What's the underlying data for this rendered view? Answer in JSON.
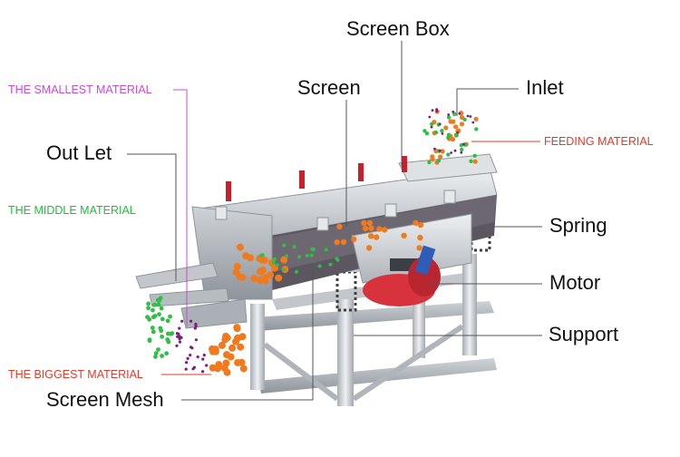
{
  "labels": {
    "screen_box": "Screen Box",
    "screen": "Screen",
    "inlet": "Inlet",
    "outlet": "Out Let",
    "spring": "Spring",
    "motor": "Motor",
    "support": "Support",
    "screen_mesh": "Screen Mesh"
  },
  "material_labels": {
    "smallest": "THE SMALLEST MATERIAL",
    "middle": "THE MIDDLE MATERIAL",
    "biggest": "THE BIGGEST MATERIAL",
    "feeding": "FEEDING MATERIAL"
  },
  "colors": {
    "smallest": "#c84bd6",
    "middle": "#1fbf3a",
    "biggest": "#e23b2c",
    "feeding": "#e23b2c",
    "particle_orange": "#f07a1e",
    "particle_purple": "#7a1f7a",
    "particle_green": "#2fbf44",
    "machine_steel": "#c9cdd2",
    "motor_red": "#d8323c"
  }
}
